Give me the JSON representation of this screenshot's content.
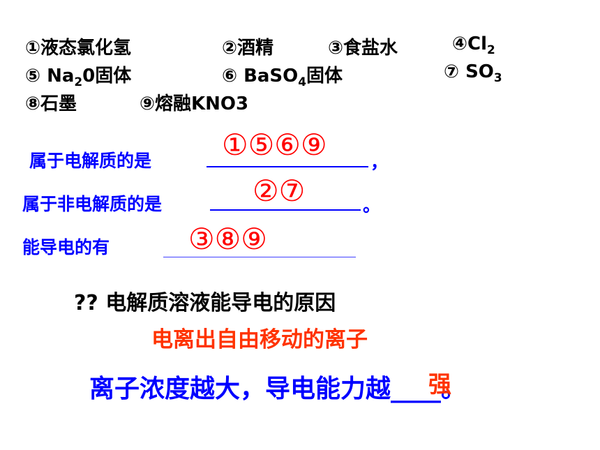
{
  "items": {
    "r1": [
      "①液态氯化氢",
      "②酒精",
      "③食盐水",
      "④Cl"
    ],
    "r1_sub": "2",
    "r2_a": "⑤ Na",
    "r2_a_sub": "2",
    "r2_a_tail": "0固体",
    "r2_b": "⑥ BaSO",
    "r2_b_sub": "4",
    "r2_b_tail": "固体",
    "r2_c": "⑦ SO",
    "r2_c_sub": "3",
    "r3": [
      "⑧石墨",
      "⑨熔融KNO3"
    ]
  },
  "questions": {
    "q1": "属于电解质的是",
    "q1_end": "，",
    "q1_answer": "①⑤⑥⑨",
    "q2": "属于非电解质的是",
    "q2_end": "。",
    "q2_answer": "②⑦",
    "q3": "能导电的有",
    "q3_answer": "③⑧⑨"
  },
  "reason": {
    "question": "?? 电解质溶液能导电的原因",
    "answer": "电离出自由移动的离子"
  },
  "conclusion": {
    "text": "离子浓度越大，导电能力越",
    "blank": "____",
    "end": "。",
    "answer": "强"
  }
}
